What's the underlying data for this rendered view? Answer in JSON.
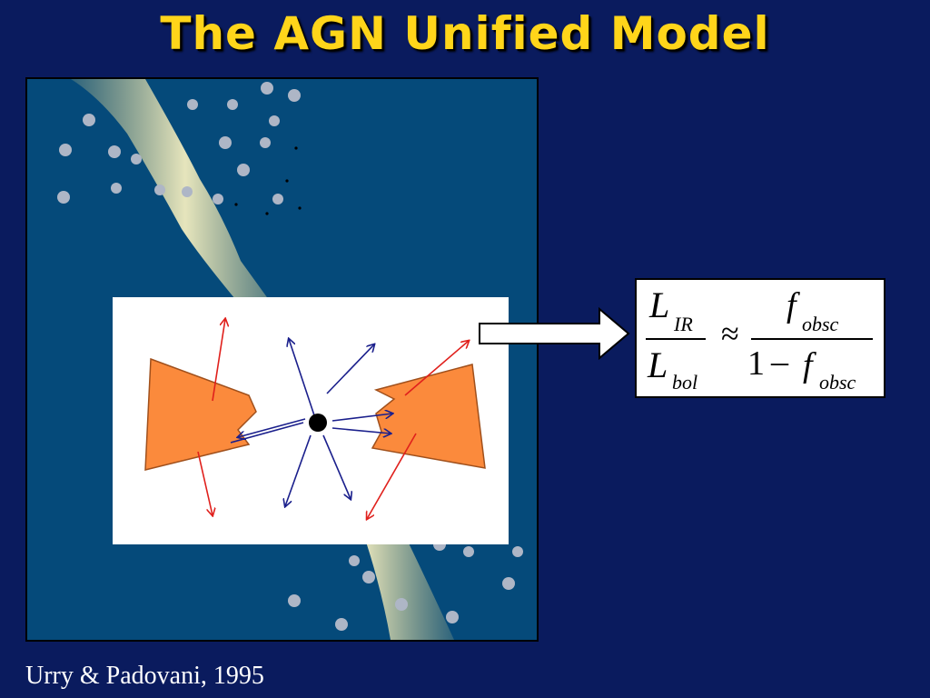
{
  "slide": {
    "title": "The AGN Unified Model",
    "citation": "Urry & Padovani, 1995"
  },
  "equation": {
    "lhs_numerator": "L",
    "lhs_numerator_sub": "IR",
    "lhs_denominator": "L",
    "lhs_denominator_sub": "bol",
    "relation": "≈",
    "rhs_numerator": "f",
    "rhs_numerator_sub": "obsc",
    "rhs_denominator_one": "1",
    "rhs_denominator_minus": "–",
    "rhs_denominator_f": "f",
    "rhs_denominator_sub": "obsc"
  },
  "colors": {
    "background": "#0a1b5e",
    "title": "#ffd51a",
    "panel": "#054a7a",
    "jet": "#fff3b0",
    "clouds": "#b0b8c8",
    "torus": "#fb8a3c",
    "red_arrows": "#e0201c",
    "blue_arrows": "#1a1f8c"
  }
}
